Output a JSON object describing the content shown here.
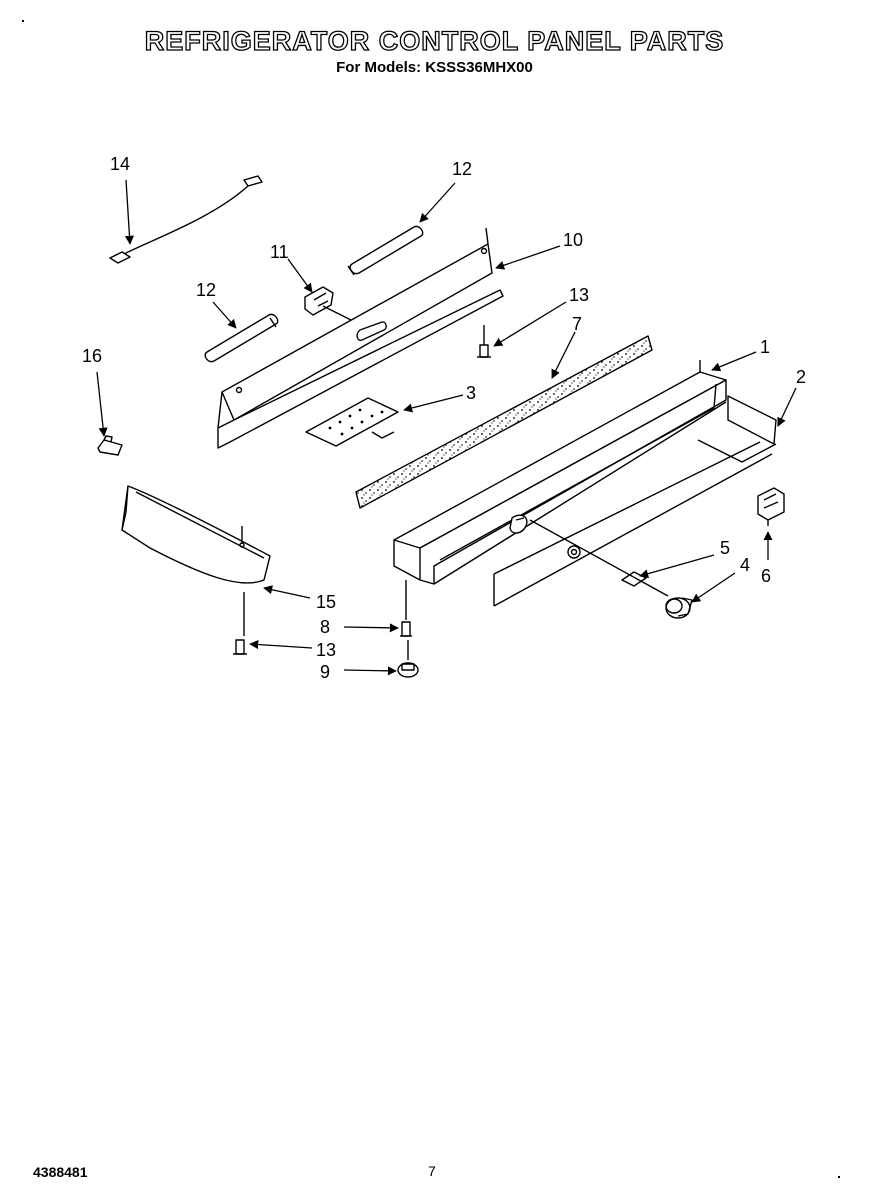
{
  "header": {
    "title": "REFRIGERATOR CONTROL PANEL PARTS",
    "subtitle": "For Models: KSSS36MHX00"
  },
  "callouts": [
    "14",
    "12",
    "11",
    "10",
    "12",
    "13",
    "7",
    "1",
    "2",
    "16",
    "3",
    "5",
    "4",
    "6",
    "15",
    "8",
    "13",
    "9"
  ],
  "footer": {
    "part_number": "4388481",
    "page_number": "7"
  }
}
